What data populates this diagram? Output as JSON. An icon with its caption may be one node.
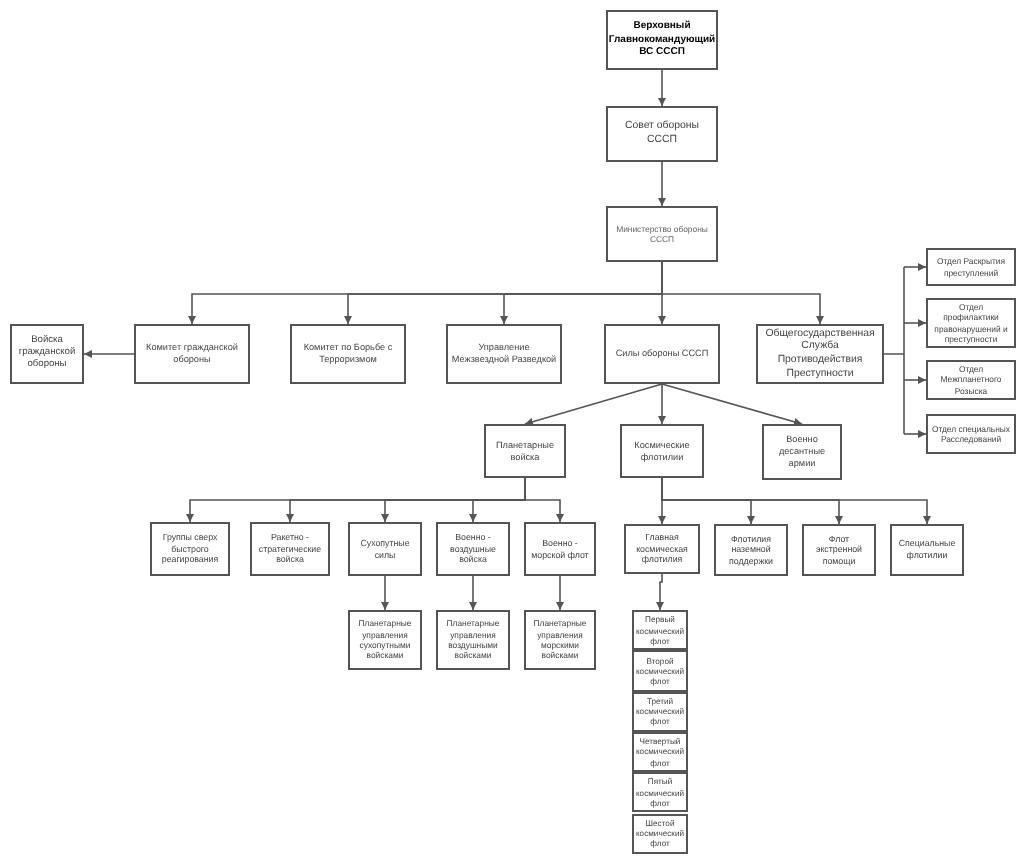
{
  "diagram": {
    "nodes": [
      {
        "text": [
          "Верховный Главнокомандующий ВС СССП"
        ]
      },
      {
        "text": [
          "Совет обороны СССП"
        ]
      },
      {
        "text": [
          "Министерство обороны СССП"
        ]
      },
      {
        "text": [
          "Войска гражданской обороны"
        ]
      },
      {
        "text": [
          "Комитет гражданской обороны"
        ]
      },
      {
        "text": [
          "Комитет по Борьбе с Терроризмом"
        ]
      },
      {
        "text": [
          "Управление Межзвездной Разведкой"
        ]
      },
      {
        "text": [
          "Силы обороны СССП"
        ]
      },
      {
        "text": [
          "Общегосударственная Служба Противодействия Преступности"
        ]
      },
      {
        "text": [
          "Отдел Раскрытия преступлений"
        ]
      },
      {
        "text": [
          "Отдел профилактики правонарушений и преступности"
        ]
      },
      {
        "text": [
          "Отдел Межпланетного Розыска"
        ]
      },
      {
        "text": [
          "Отдел специальных Расследований"
        ]
      },
      {
        "text": [
          "Планетарные войска"
        ]
      },
      {
        "text": [
          "Космические флотилии"
        ]
      },
      {
        "text": [
          "Военно десантные армии"
        ]
      },
      {
        "text": [
          "Группы сверх быстрого реагирования"
        ]
      },
      {
        "text": [
          "Ракетно - стратегические войска"
        ]
      },
      {
        "text": [
          "Сухопутные силы"
        ]
      },
      {
        "text": [
          "Военно - воздушные войска"
        ]
      },
      {
        "text": [
          "Военно - морской флот"
        ]
      },
      {
        "text": [
          "Планетарные управления сухопутными войсками"
        ]
      },
      {
        "text": [
          "Планетарные управления воздушными войсками"
        ]
      },
      {
        "text": [
          "Планетарные управления морскими войсками"
        ]
      },
      {
        "text": [
          "Главная космическая флотилия"
        ]
      },
      {
        "text": [
          "Флотилия наземной поддержки"
        ]
      },
      {
        "text": [
          "Флот экстренной помощи"
        ]
      },
      {
        "text": [
          "Специальные флотилии"
        ]
      },
      {
        "text": [
          "Первый космический флот"
        ]
      },
      {
        "text": [
          "Второй космический флот"
        ]
      },
      {
        "text": [
          "Третий космический флот"
        ]
      },
      {
        "text": [
          "Четвертый космический флот"
        ]
      },
      {
        "text": [
          "Пятый космический флот"
        ]
      },
      {
        "text": [
          "Шестой космический флот"
        ]
      }
    ],
    "edges": [
      {
        "from": 0,
        "to": 1,
        "arrow": "to"
      },
      {
        "from": 1,
        "to": 2,
        "arrow": "to"
      },
      {
        "from": 2,
        "to": 4,
        "arrow": "to"
      },
      {
        "from": 2,
        "to": 5,
        "arrow": "to"
      },
      {
        "from": 2,
        "to": 6,
        "arrow": "to"
      },
      {
        "from": 2,
        "to": 7,
        "arrow": "to"
      },
      {
        "from": 2,
        "to": 8,
        "arrow": "to"
      },
      {
        "from": 4,
        "to": 3,
        "arrow": "to"
      },
      {
        "from": 8,
        "to": 9,
        "arrow": "to"
      },
      {
        "from": 8,
        "to": 10,
        "arrow": "to"
      },
      {
        "from": 8,
        "to": 11,
        "arrow": "to"
      },
      {
        "from": 8,
        "to": 12,
        "arrow": "to"
      },
      {
        "from": 7,
        "to": 13,
        "arrow": "to"
      },
      {
        "from": 7,
        "to": 14,
        "arrow": "to"
      },
      {
        "from": 7,
        "to": 15,
        "arrow": "to"
      },
      {
        "from": 13,
        "to": 16,
        "arrow": "to"
      },
      {
        "from": 13,
        "to": 17,
        "arrow": "to"
      },
      {
        "from": 13,
        "to": 18,
        "arrow": "to"
      },
      {
        "from": 13,
        "to": 19,
        "arrow": "to"
      },
      {
        "from": 13,
        "to": 20,
        "arrow": "to"
      },
      {
        "from": 18,
        "to": 21,
        "arrow": "to"
      },
      {
        "from": 19,
        "to": 22,
        "arrow": "to"
      },
      {
        "from": 20,
        "to": 23,
        "arrow": "to"
      },
      {
        "from": 14,
        "to": 24,
        "arrow": "to"
      },
      {
        "from": 14,
        "to": 25,
        "arrow": "to"
      },
      {
        "from": 14,
        "to": 26,
        "arrow": "to"
      },
      {
        "from": 14,
        "to": 27,
        "arrow": "to"
      },
      {
        "from": 24,
        "to": 28,
        "arrow": "to"
      }
    ]
  }
}
